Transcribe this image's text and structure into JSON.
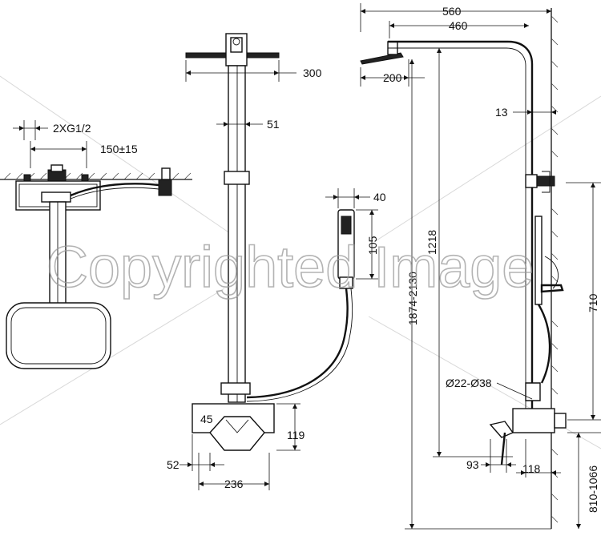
{
  "watermark": "Copyrighted Image",
  "side_view": {
    "dims": {
      "thread": "2XG1/2",
      "spacing": "150±15"
    }
  },
  "front_view": {
    "dims": {
      "head_diameter": "300",
      "pipe_diameter": "51",
      "handset_width": "40",
      "handset_length": "105",
      "mixer_offset": "45",
      "mixer_height": "119",
      "mixer_depth": "52",
      "mixer_width": "236"
    }
  },
  "profile_view": {
    "dims": {
      "overall_width": "560",
      "arm_length": "460",
      "head_offset": "200",
      "wall_gap": "13",
      "rail_length": "1218",
      "total_height": "1874-2130",
      "bracket_range": "710",
      "pipe_range": "Ø22-Ø38",
      "mixer_projection": "93",
      "outlet_projection": "118",
      "mixer_height": "810-1066"
    }
  }
}
